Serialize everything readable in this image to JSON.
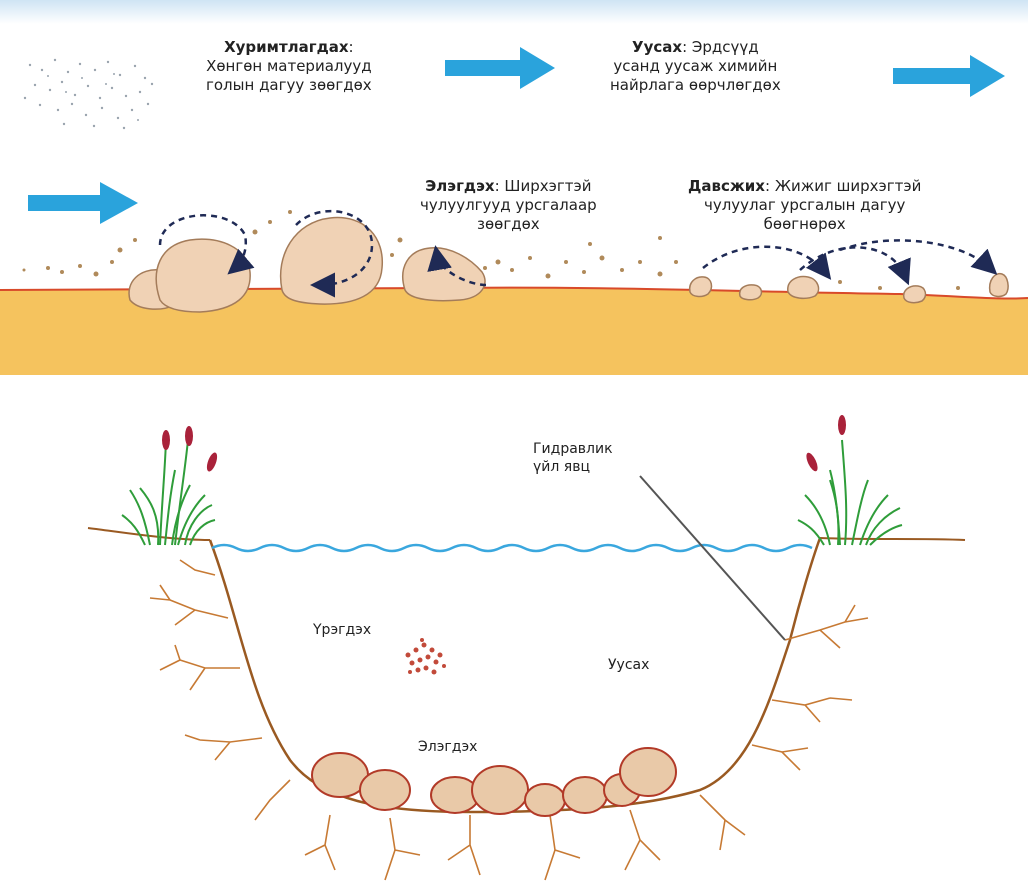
{
  "top": {
    "deposition": {
      "term": "Хуримтлагдах",
      "text_line1": "Хөнгөн материалууд",
      "text_line2": "голын дагуу зөөгдөх"
    },
    "solution": {
      "term": "Уусах",
      "text_line1": "Эрдсүүд",
      "text_line2": "усанд уусаж химийн",
      "text_line3": "найрлага өөрчлөгдөх"
    },
    "traction": {
      "term": "Элэгдэх",
      "text_line1": "Ширхэгтэй",
      "text_line2": "чулуулгууд урсгалаар",
      "text_line3": "зөөгдөх"
    },
    "saltation": {
      "term": "Давсжих",
      "text_line1": "Жижиг ширхэгтэй",
      "text_line2": "чулуулаг урсгалын дагуу",
      "text_line3": "бөөгнөрөх"
    },
    "colors": {
      "arrow": "#2aa3dc",
      "ground": "#f5c35e",
      "rock": "#f0d2b5",
      "dashed_arrow": "#1f2a55"
    }
  },
  "bottom": {
    "hydraulic_line1": "Гидравлик",
    "hydraulic_line2": "үйл явц",
    "attrition": "Үрэгдэх",
    "solution": "Уусах",
    "abrasion": "Элэгдэх",
    "colors": {
      "water": "#3aa7de",
      "bank": "#9a5a22",
      "boulder": "#e9c9a8",
      "boulder_edge": "#b23a28",
      "grass": "#2f9d3a",
      "reed_head": "#a9223a"
    }
  }
}
